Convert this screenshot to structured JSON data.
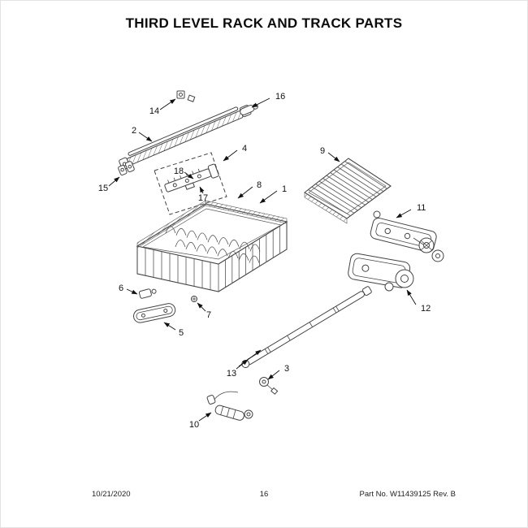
{
  "page": {
    "title": "THIRD LEVEL RACK AND TRACK PARTS",
    "footer": {
      "date": "10/21/2020",
      "page_number": "16",
      "part_no": "Part No. W11439125  Rev. B"
    }
  },
  "callouts": {
    "n1": "1",
    "n2": "2",
    "n3": "3",
    "n4": "4",
    "n5": "5",
    "n6": "6",
    "n7": "7",
    "n8": "8",
    "n9": "9",
    "n10": "10",
    "n11": "11",
    "n12": "12",
    "n13": "13",
    "n14": "14",
    "n15": "15",
    "n16": "16",
    "n17": "17",
    "n18": "18"
  }
}
